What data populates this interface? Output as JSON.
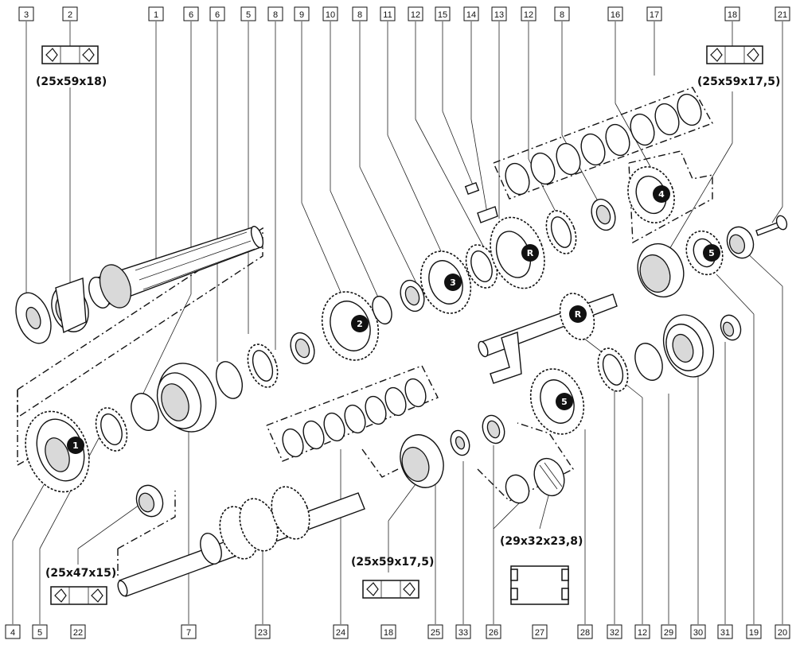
{
  "callouts_top": [
    "3",
    "2",
    "1",
    "6",
    "6",
    "5",
    "8",
    "9",
    "10",
    "8",
    "11",
    "12",
    "15",
    "14",
    "13",
    "12",
    "8",
    "16",
    "17",
    "18",
    "21"
  ],
  "callouts_bottom": [
    "4",
    "5",
    "22",
    "7",
    "23",
    "24",
    "18",
    "25",
    "33",
    "26",
    "27",
    "28",
    "32",
    "12",
    "29",
    "30",
    "31",
    "19",
    "20"
  ],
  "dimensions": {
    "bearing_a": "(25x59x18)",
    "bearing_b": "(25x59x17,5)",
    "bearing_c": "(25x47x15)",
    "bearing_d": "(25x59x17,5)",
    "needle_cage": "(29x32x23,8)"
  },
  "gear_badges": {
    "first": "1",
    "second": "2",
    "third": "3",
    "fourth": "4",
    "fifth_upper": "5",
    "fifth_lower": "5",
    "reverse_upper": "R",
    "reverse_lower": "R"
  },
  "icons": {
    "bearing_symbol": "double-triangle-bearing-icon",
    "needle_cage_symbol": "needle-roller-icon"
  }
}
